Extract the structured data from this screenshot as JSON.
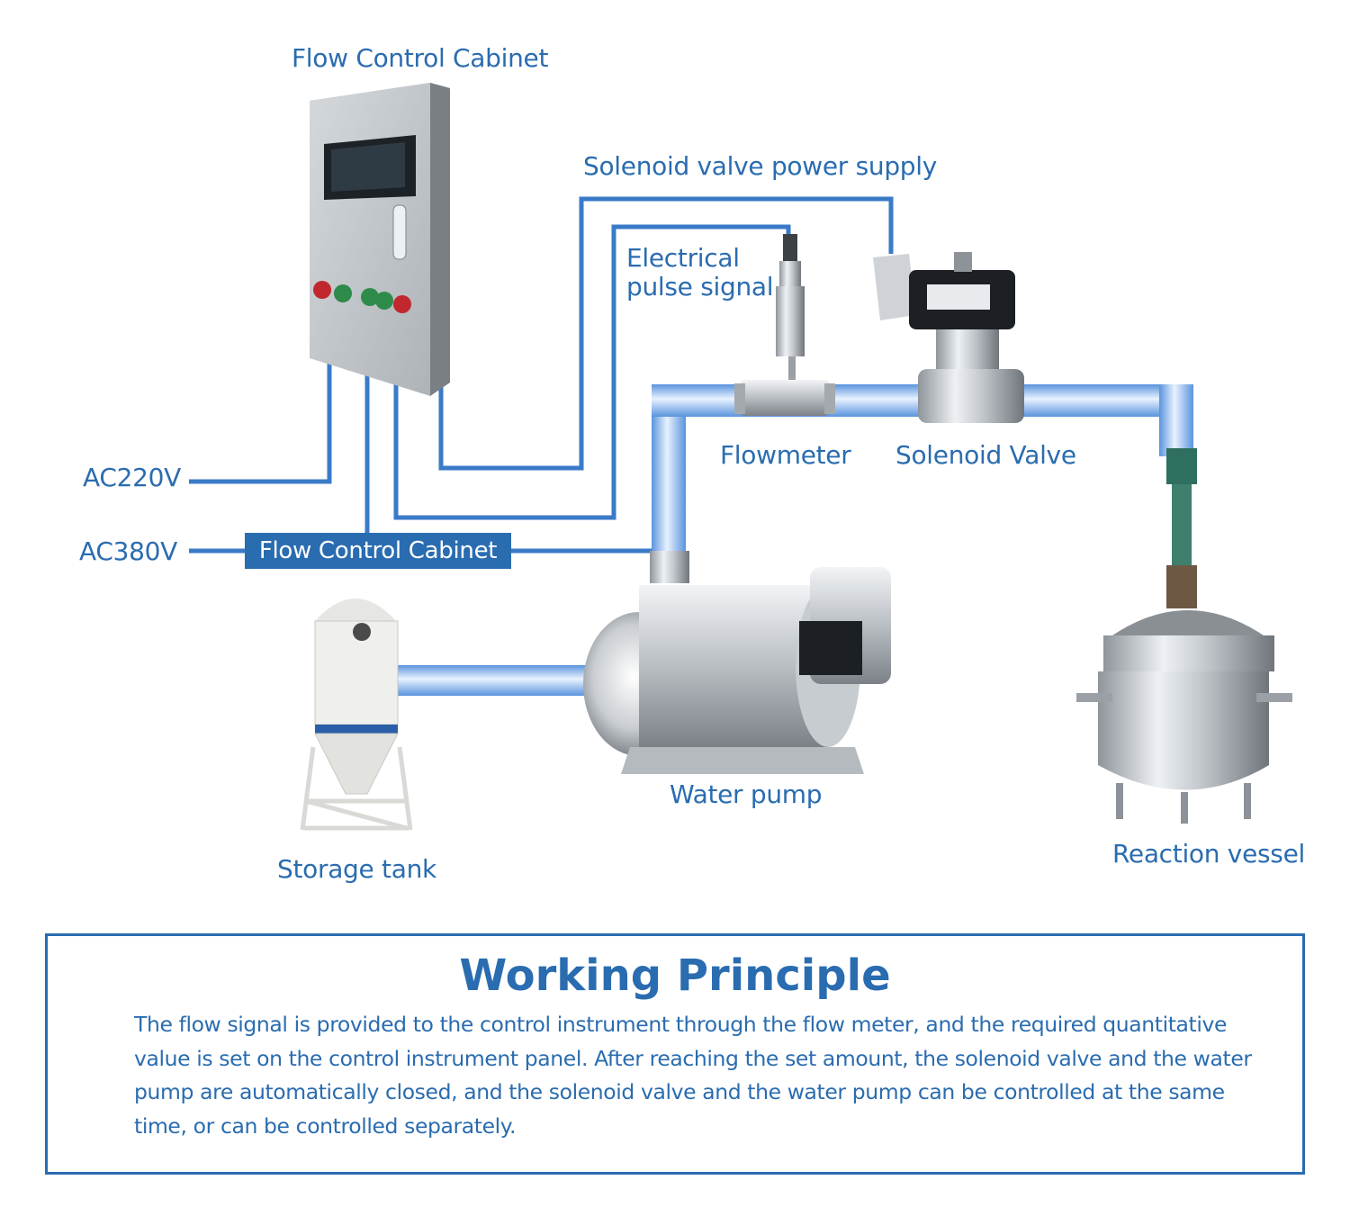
{
  "labels": {
    "cabinet_title": "Flow Control Cabinet",
    "solenoid_power": "Solenoid valve power supply",
    "pulse_line1": "Electrical",
    "pulse_line2": "pulse signal",
    "ac220": "AC220V",
    "ac380": "AC380V",
    "cabinet_badge": "Flow Control Cabinet",
    "flowmeter": "Flowmeter",
    "solenoid_valve": "Solenoid Valve",
    "water_pump": "Water pump",
    "storage_tank": "Storage tank",
    "reaction_vessel": "Reaction vessel"
  },
  "principle": {
    "title": "Working Principle",
    "text": "The flow signal is provided to the control instrument through the flow meter, and the required quantitative value is set on the control instrument panel. After reaching the set amount, the solenoid valve and the water pump are automatically closed, and the solenoid valve and the water pump can be controlled at the same time, or can be controlled separately."
  },
  "colors": {
    "accent": "#2a6cb0",
    "pipe": "#6fa8e8"
  }
}
